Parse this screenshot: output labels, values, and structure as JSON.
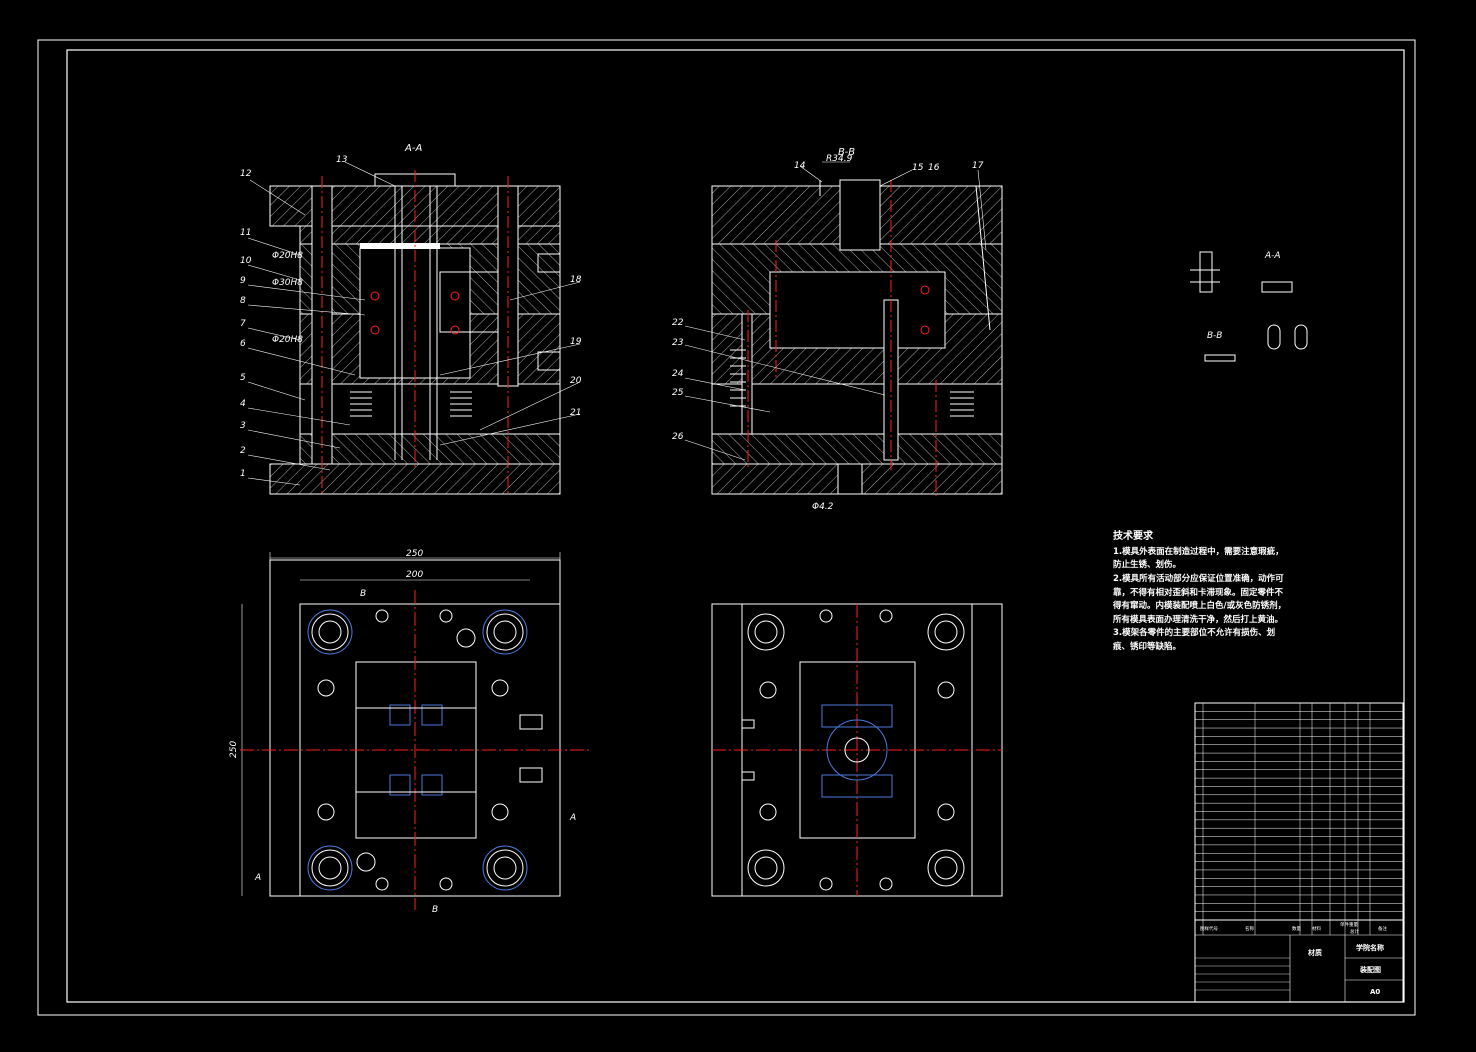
{
  "drawing": {
    "view_aa_title": "A-A",
    "view_bb_title": "B-B",
    "part_labels_left": [
      "12",
      "11",
      "10",
      "9",
      "8",
      "7",
      "6",
      "5",
      "4",
      "3",
      "2",
      "1"
    ],
    "part_labels_right_aa": [
      "13",
      "18",
      "19",
      "20",
      "21"
    ],
    "part_labels_bb": [
      "14",
      "15",
      "16",
      "17",
      "22",
      "23",
      "24",
      "25",
      "26"
    ],
    "dims_left": [
      "Φ20H8",
      "Φ30H8",
      "Φ20H8"
    ],
    "dim_bb_top": "R34.9",
    "dim_bb_bottom": "Φ4.2",
    "dim_plan_width_outer": "250",
    "dim_plan_width_inner": "200",
    "dim_plan_height": "250",
    "section_marks": [
      "B",
      "A",
      "B",
      "A"
    ],
    "detail_titles": [
      "A-A",
      "B-B"
    ]
  },
  "tech_requirements": {
    "heading": "技术要求",
    "lines": [
      "1.模具外表面在制造过程中，需要注意瑕疵，",
      "防止生锈、划伤。",
      "2.模具所有活动部分应保证位置准确，动作可",
      "靠，不得有相对歪斜和卡滞现象。固定零件不",
      "得有窜动。内模装配喷上白色/或灰色防锈剂，",
      "所有模具表面办理清洗干净，然后打上黄油。",
      "3.模架各零件的主要部位不允许有损伤、划",
      "痕、锈印等缺陷。"
    ]
  },
  "title_block": {
    "material_label": "材质",
    "school_label": "学院名称",
    "drawing_name": "装配图",
    "sheet_size": "A0",
    "header_cols": [
      "图样代号",
      "名称",
      "数量",
      "材料",
      "单件重量",
      "总计",
      "备注"
    ]
  },
  "colors": {
    "background": "#000000",
    "outline": "#ffffff",
    "centerline": "#ff2020",
    "hidden": "#4a78d8",
    "hatch": "#d8d8d8"
  }
}
